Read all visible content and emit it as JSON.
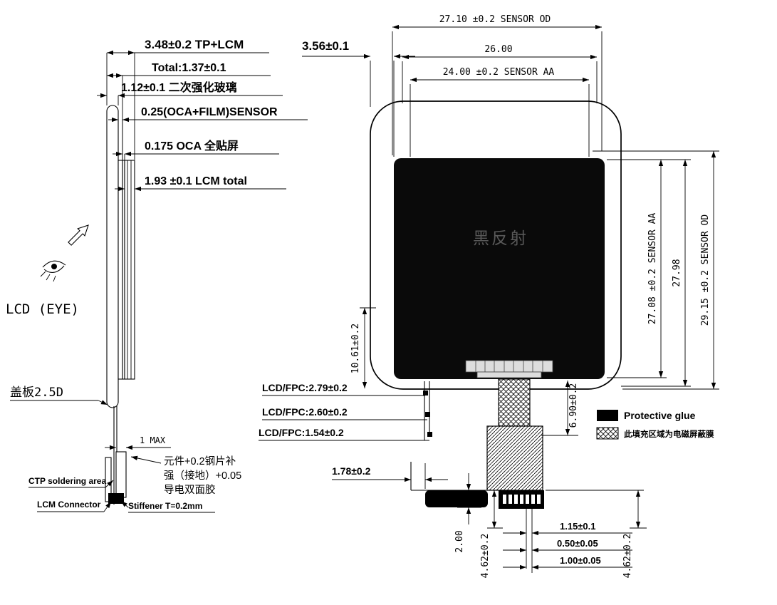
{
  "side_view": {
    "dim_tp_lcm": "3.48±0.2 TP+LCM",
    "dim_total": "Total:1.37±0.1",
    "dim_glass": "1.12±0.1 二次强化玻璃",
    "dim_sensor": "0.25(OCA+FILM)SENSOR",
    "dim_oca": "0.175 OCA 全贴屏",
    "dim_lcm": "1.93 ±0.1 LCM total",
    "eye_label": "LCD (EYE)",
    "cover_label": "盖板2.5D",
    "one_max": "1 MAX",
    "note_line1": "元件+0.2钢片补",
    "note_line2": "强（接地）+0.05",
    "note_line3": "导电双面胶",
    "ctp_label": "CTP soldering area",
    "lcm_connector_label": "LCM Connector",
    "stiffener_label": "Stiffener T=0.2mm"
  },
  "front_view": {
    "dim_sensor_od_w": "27.10 ±0.2 SENSOR OD",
    "dim_26": "26.00",
    "dim_sensor_aa_w": "24.00 ±0.2 SENSOR AA",
    "dim_3_56": "3.56±0.1",
    "dim_sensor_aa_h": "27.08 ±0.2 SENSOR AA",
    "dim_27_98": "27.98",
    "dim_sensor_od_h": "29.15 ±0.2 SENSOR OD",
    "dim_10_61": "10.61±0.2",
    "dim_fpc_279": "LCD/FPC:2.79±0.2",
    "dim_fpc_260": "LCD/FPC:2.60±0.2",
    "dim_fpc_154": "LCD/FPC:1.54±0.2",
    "dim_1_78": "1.78±0.2",
    "dim_6_90": "6.90±0.2",
    "dim_2_00": "2.00",
    "dim_4_62_left": "4.62±0.2",
    "dim_4_62_right": "4.62±0.2",
    "dim_1_15": "1.15±0.1",
    "dim_0_50": "0.50±0.05",
    "dim_1_00": "1.00±0.05",
    "watermark": "黑反射"
  },
  "legend": {
    "protective_glue": "Protective glue",
    "shielding_film": "此填充区域为电磁屏蔽膜"
  }
}
